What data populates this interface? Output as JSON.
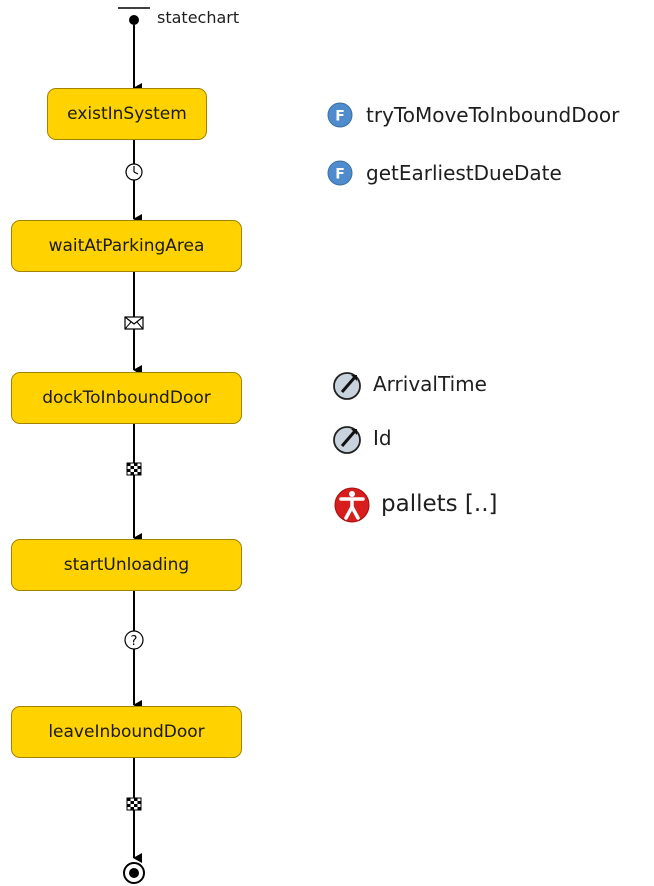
{
  "statechart": {
    "entry_label": "statechart",
    "states": [
      {
        "id": "existInSystem",
        "label": "existInSystem"
      },
      {
        "id": "waitAtParkingArea",
        "label": "waitAtParkingArea"
      },
      {
        "id": "dockToInboundDoor",
        "label": "dockToInboundDoor"
      },
      {
        "id": "startUnloading",
        "label": "startUnloading"
      },
      {
        "id": "leaveInboundDoor",
        "label": "leaveInboundDoor"
      }
    ],
    "transitions": [
      {
        "from": "entry",
        "to": "existInSystem",
        "trigger": "none"
      },
      {
        "from": "existInSystem",
        "to": "waitAtParkingArea",
        "trigger": "timeout"
      },
      {
        "from": "waitAtParkingArea",
        "to": "dockToInboundDoor",
        "trigger": "message"
      },
      {
        "from": "dockToInboundDoor",
        "to": "startUnloading",
        "trigger": "arrival"
      },
      {
        "from": "startUnloading",
        "to": "leaveInboundDoor",
        "trigger": "condition"
      },
      {
        "from": "leaveInboundDoor",
        "to": "final",
        "trigger": "arrival"
      }
    ]
  },
  "functions": [
    {
      "label": "tryToMoveToInboundDoor",
      "icon": "function-icon"
    },
    {
      "label": "getEarliestDueDate",
      "icon": "function-icon"
    }
  ],
  "parameters": [
    {
      "label": "ArrivalTime",
      "icon": "parameter-icon"
    },
    {
      "label": "Id",
      "icon": "parameter-icon"
    }
  ],
  "populations": [
    {
      "label": "pallets [..]",
      "icon": "agent-population-icon"
    }
  ],
  "colors": {
    "state_fill": "#ffd200",
    "state_border": "#a08400",
    "function_icon": "#4f8ccd",
    "parameter_icon": "#c9d3de",
    "population_icon": "#d81d1d"
  }
}
